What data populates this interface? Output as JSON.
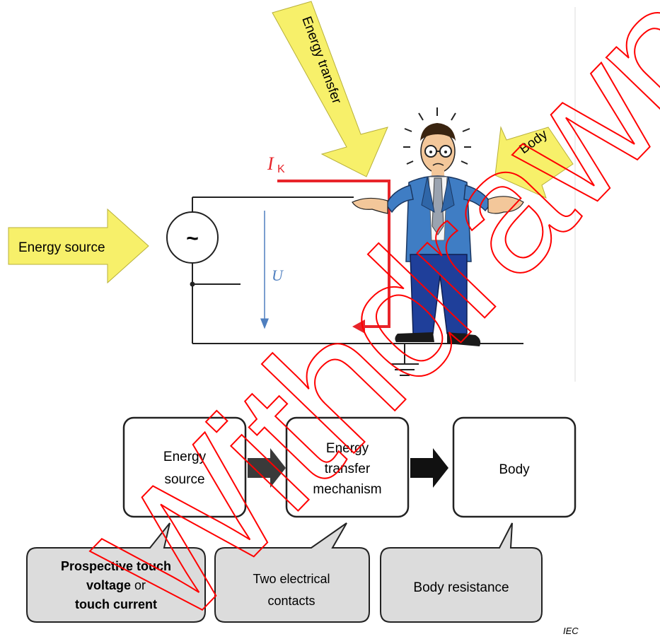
{
  "arrows": {
    "energy_source": "Energy source",
    "energy_transfer": "Energy transfer",
    "body": "Body"
  },
  "circuit": {
    "source_symbol": "~",
    "current_label": "I",
    "current_subscript": "K",
    "voltage_label": "U"
  },
  "boxes": {
    "source_line1": "Energy",
    "source_line2": "source",
    "mechanism_line1": "Energy",
    "mechanism_line2": "transfer",
    "mechanism_line3": "mechanism",
    "body": "Body"
  },
  "callouts": {
    "source_line1": "Prospective touch",
    "source_line2_bold": "voltage",
    "source_line2_plain": " or",
    "source_line3": "touch current",
    "contacts_line1": "Two electrical",
    "contacts_line2": "contacts",
    "resistance": "Body resistance"
  },
  "watermark": "Withdrawn",
  "credit": "IEC",
  "colors": {
    "arrow_fill": "#f7f06a",
    "current_red": "#e8242a",
    "voltage_blue": "#4f7fbf",
    "callout_fill": "#dcdcdc",
    "suit_blue": "#3f7dc4",
    "trouser_blue": "#1f3f9a",
    "watermark_red": "#ff0000"
  }
}
